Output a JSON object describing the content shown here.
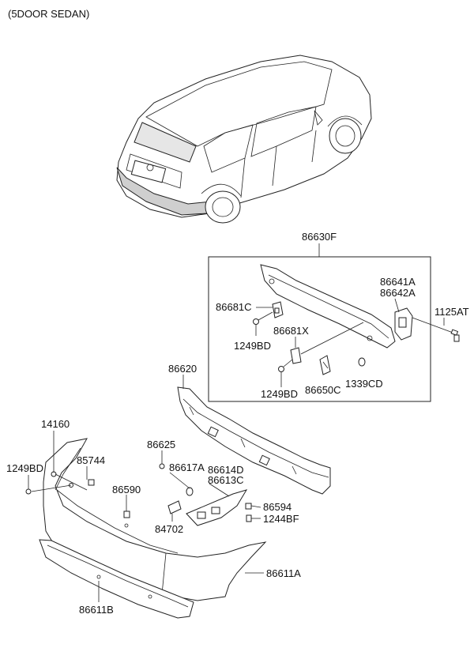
{
  "title": "(5DOOR SEDAN)",
  "labels": {
    "l_86630F": "86630F",
    "l_86641A": "86641A",
    "l_86642A": "86642A",
    "l_86681C": "86681C",
    "l_1125AT": "1125AT",
    "l_86681X": "86681X",
    "l_1249BD_a": "1249BD",
    "l_1249BD_b": "1249BD",
    "l_86650C": "86650C",
    "l_1339CD": "1339CD",
    "l_86620": "86620",
    "l_14160": "14160",
    "l_1249BD_c": "1249BD",
    "l_85744": "85744",
    "l_86625": "86625",
    "l_86617A": "86617A",
    "l_86614D": "86614D",
    "l_86613C": "86613C",
    "l_86590": "86590",
    "l_86594": "86594",
    "l_1244BF": "1244BF",
    "l_84702": "84702",
    "l_86611A": "86611A",
    "l_86611B": "86611B"
  }
}
